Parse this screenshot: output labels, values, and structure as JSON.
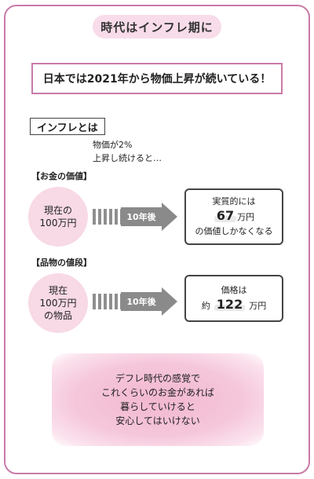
{
  "title": "時代はインフレ期に",
  "headline": "日本では2021年から物価上昇が続いている！",
  "section_tag": "インフレとは",
  "note": [
    "物価が2%",
    "上昇し続けると…"
  ],
  "money": {
    "label": "【お金の価値】",
    "circle": [
      "現在の",
      "100万円"
    ],
    "arrow": "10年後",
    "result": {
      "line1": "実質的には",
      "value": "67",
      "unit": "万円",
      "line3": "の価値しかなくなる"
    }
  },
  "goods": {
    "label": "【品物の値段】",
    "circle": [
      "現在",
      "100万円",
      "の物品"
    ],
    "arrow": "10年後",
    "result": {
      "line1": "価格は",
      "prefix": "約",
      "value": "122",
      "unit": "万円"
    }
  },
  "warning": [
    "デフレ時代の感覚で",
    "これくらいのお金があれば",
    "暮らしていけると",
    "安心してはいけない"
  ],
  "colors": {
    "accent": "#c97aa8",
    "pink": "#f8d9e6",
    "arrow": "#8a8a8a"
  }
}
